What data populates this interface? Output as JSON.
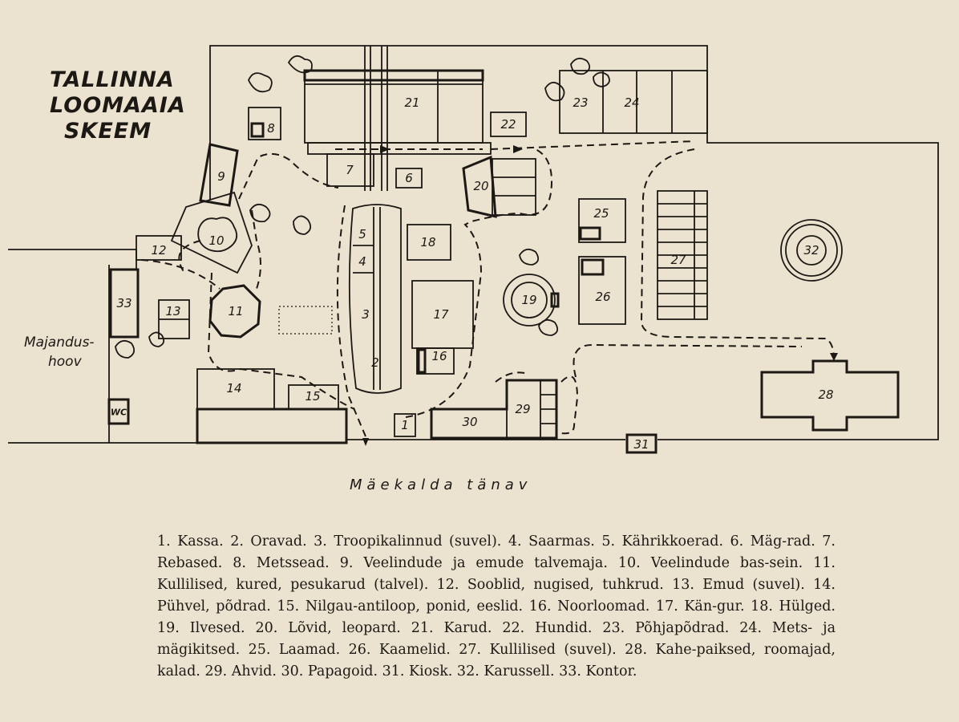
{
  "title_lines": [
    "TALLINNA",
    "LOOMAAIA",
    "SKEEM"
  ],
  "side_label_lines": [
    "Majandus-",
    "hoov"
  ],
  "street": "Mäekalda tänav",
  "wc_label": "WC",
  "map_numbers": [
    "1",
    "2",
    "3",
    "4",
    "5",
    "6",
    "7",
    "8",
    "9",
    "10",
    "11",
    "12",
    "13",
    "14",
    "15",
    "16",
    "17",
    "18",
    "19",
    "20",
    "21",
    "22",
    "23",
    "24",
    "25",
    "26",
    "27",
    "28",
    "29",
    "30",
    "31",
    "32",
    "33"
  ],
  "legend_text": "1. Kassa. 2. Oravad. 3. Troopikalinnud (suvel). 4. Saarmas. 5. Kährikkoerad. 6. Mäg-rad. 7. Rebased. 8. Metssead. 9. Veelindude ja emude talvemaja. 10. Veelindude bas-sein. 11. Kullilised, kured, pesukarud (talvel). 12. Sooblid, nugised, tuhkrud. 13. Emud (suvel). 14. Pühvel, põdrad. 15. Nilgau-antiloop, ponid, eeslid. 16. Noorloomad. 17. Kän-gur. 18. Hülged. 19. Ilvesed. 20. Lõvid, leopard. 21. Karud. 22. Hundid. 23. Põhjapõdrad. 24. Mets- ja mägikitsed. 25. Laamad. 26. Kaamelid. 27. Kullilised (suvel). 28. Kahe-paiksed, roomajad, kalad. 29. Ahvid. 30. Papagoid. 31. Kiosk. 32. Karussell. 33. Kontor."
}
